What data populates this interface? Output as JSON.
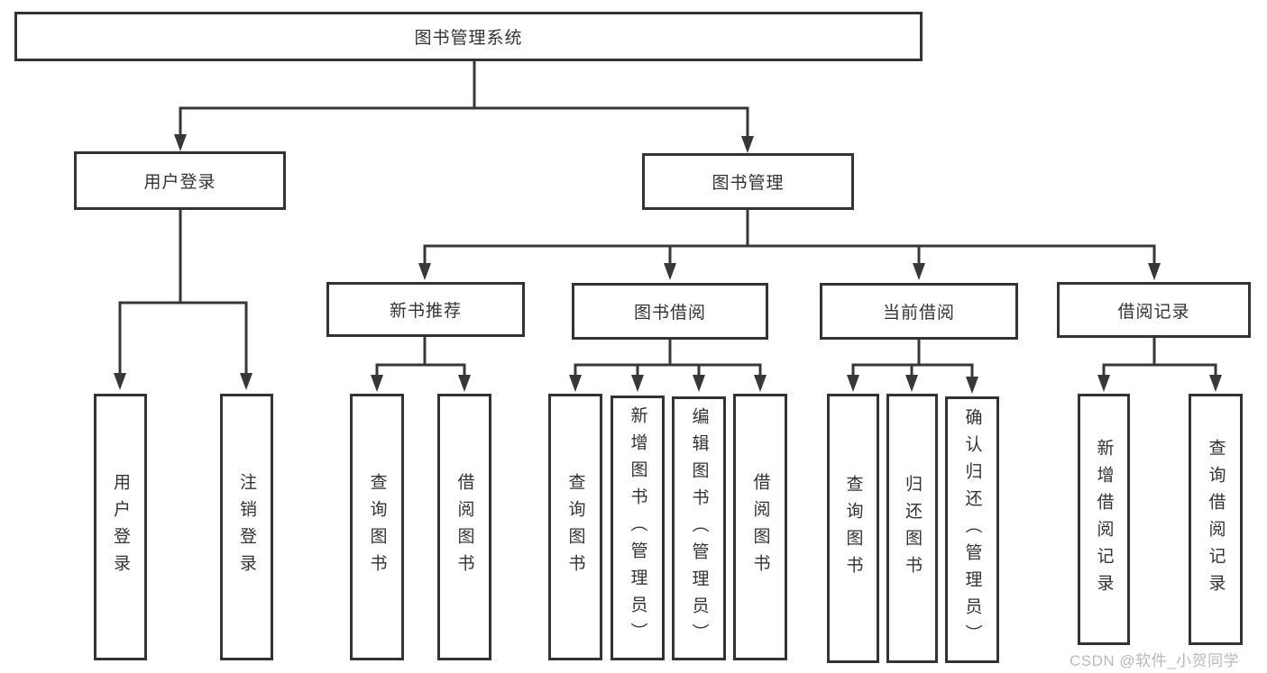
{
  "diagram_title": "图书管理系统",
  "tree": {
    "label": "图书管理系统",
    "children": [
      {
        "label": "用户登录",
        "children": [
          {
            "label": "用户登录"
          },
          {
            "label": "注销登录"
          }
        ]
      },
      {
        "label": "图书管理",
        "children": [
          {
            "label": "新书推荐",
            "children": [
              {
                "label": "查询图书"
              },
              {
                "label": "借阅图书"
              }
            ]
          },
          {
            "label": "图书借阅",
            "children": [
              {
                "label": "查询图书"
              },
              {
                "label": "新增图书（管理员）"
              },
              {
                "label": "编辑图书（管理员）"
              },
              {
                "label": "借阅图书"
              }
            ]
          },
          {
            "label": "当前借阅",
            "children": [
              {
                "label": "查询图书"
              },
              {
                "label": "归还图书"
              },
              {
                "label": "确认归还（管理员）"
              }
            ]
          },
          {
            "label": "借阅记录",
            "children": [
              {
                "label": "新增借阅记录"
              },
              {
                "label": "查询借阅记录"
              }
            ]
          }
        ]
      }
    ]
  },
  "watermark": {
    "text": "CSDN @软件_小贺同学"
  },
  "colors": {
    "line": "#383838",
    "text": "#333333",
    "box_border": "#333333",
    "background": "#ffffff",
    "watermark": "#b9b9b9"
  }
}
